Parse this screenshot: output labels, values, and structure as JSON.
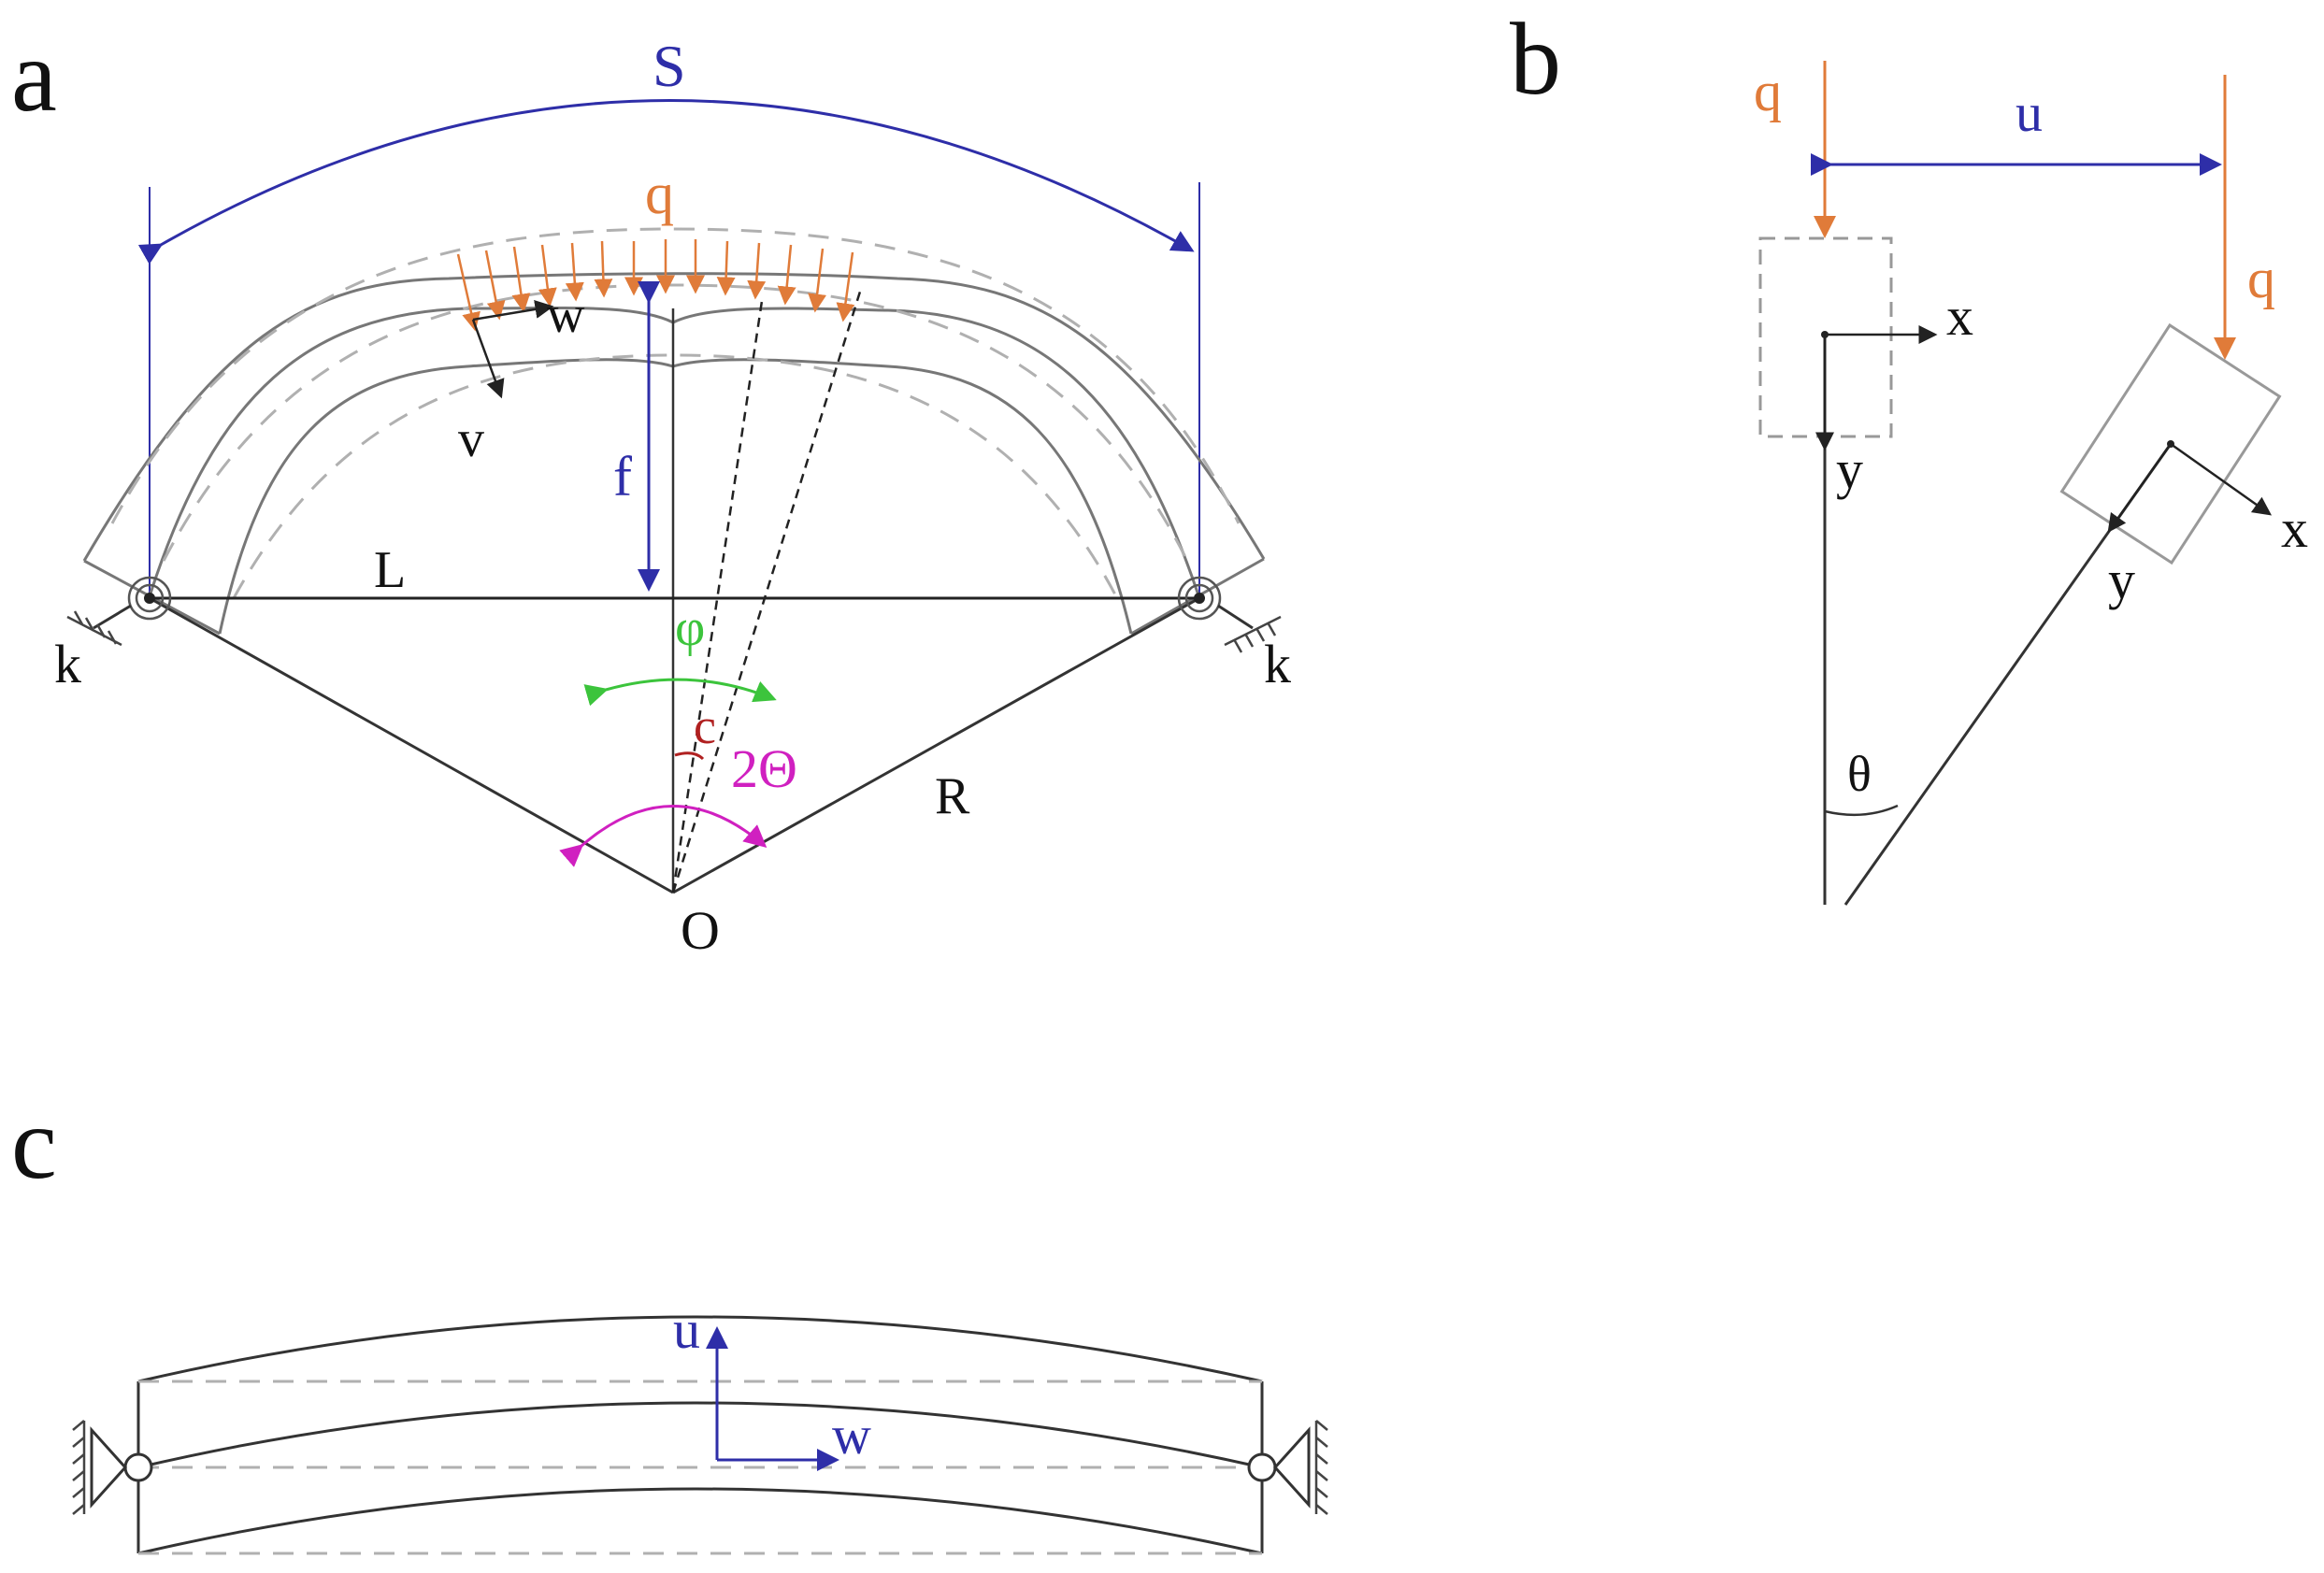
{
  "colors": {
    "load": "#e07b39",
    "dimension": "#2e2ea8",
    "angle_phi": "#3cc43c",
    "angle_c": "#b02020",
    "angle_theta2": "#d020c0",
    "structure": "#777777",
    "dashed": "#b0b0b0",
    "text": "#111111"
  },
  "panel_a": {
    "panel_label": "a",
    "arc_length_label": "S",
    "load_label": "q",
    "tangential_disp_label": "w",
    "radial_disp_label": "v",
    "rise_label": "f",
    "span_label": "L",
    "spring_left_label": "k",
    "spring_right_label": "k",
    "angle_phi_label": "φ",
    "angle_c_label": "c",
    "angle_half_label": "2Θ",
    "radius_label": "R",
    "center_label": "O"
  },
  "panel_b": {
    "panel_label": "b",
    "load_label_left": "q",
    "load_label_right": "q",
    "displacement_label": "u",
    "axis_x_left": "x",
    "axis_y_left": "y",
    "axis_x_right": "x",
    "axis_y_right": "y",
    "angle_label": "θ"
  },
  "panel_c": {
    "panel_label": "c",
    "axis_u_label": "u",
    "axis_w_label": "w"
  }
}
